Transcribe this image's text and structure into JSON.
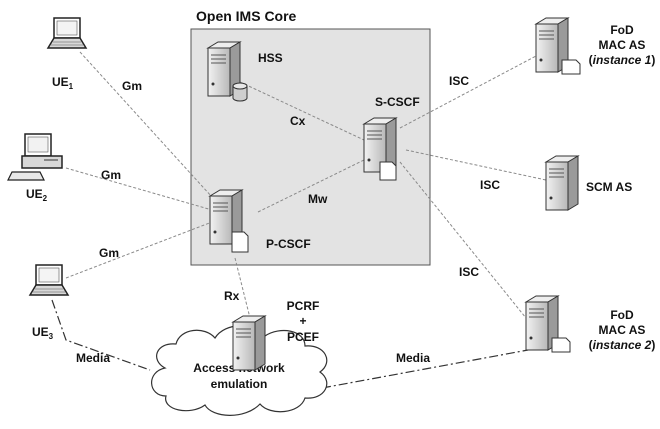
{
  "core": {
    "title": "Open IMS Core"
  },
  "nodes": {
    "hss": "HSS",
    "scscf": "S-CSCF",
    "pcscf": "P-CSCF",
    "pcrf": "PCRF",
    "plus": "+",
    "pcef": "PCEF",
    "scm": "SCM AS",
    "fod1": {
      "line1": "FoD",
      "line2": "MAC AS",
      "line3_open": "(",
      "line3_italic": "instance 1",
      "line3_close": ")"
    },
    "fod2": {
      "line1": "FoD",
      "line2": "MAC AS",
      "line3_open": "(",
      "line3_italic": "instance 2",
      "line3_close": ")"
    },
    "ue1": {
      "base": "UE",
      "sub": "1"
    },
    "ue2": {
      "base": "UE",
      "sub": "2"
    },
    "ue3": {
      "base": "UE",
      "sub": "3"
    }
  },
  "cloud": {
    "line1": "Access network",
    "line2": "emulation"
  },
  "interfaces": {
    "gm1": "Gm",
    "gm2": "Gm",
    "gm3": "Gm",
    "cx": "Cx",
    "mw": "Mw",
    "rx": "Rx",
    "isc1": "ISC",
    "isc2": "ISC",
    "isc3": "ISC",
    "media1": "Media",
    "media2": "Media"
  },
  "colors": {
    "core_fill": "#e3e3e3",
    "core_border": "#555555",
    "server_fill": "#dcdcdc"
  }
}
